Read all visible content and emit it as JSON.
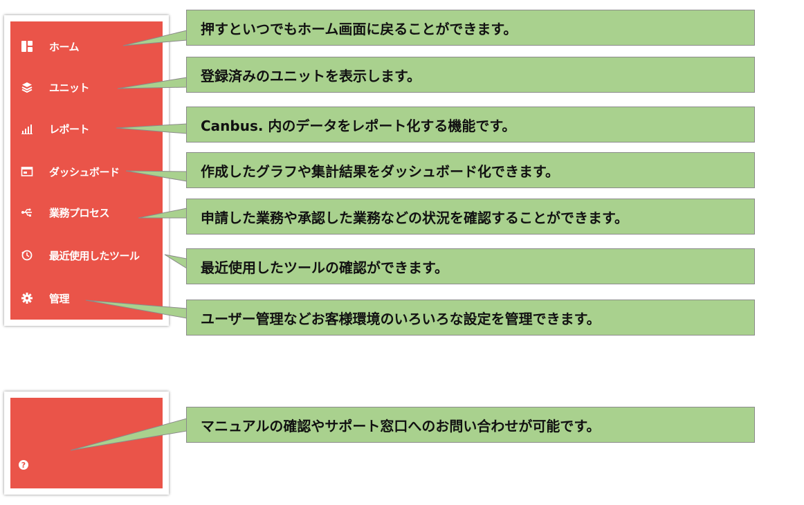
{
  "colors": {
    "accent": "#ea5449",
    "callout": "#a9d18e"
  },
  "menu": [
    {
      "label": "ホーム",
      "icon": "dashboard-icon"
    },
    {
      "label": "ユニット",
      "icon": "layers-icon"
    },
    {
      "label": "レポート",
      "icon": "bar-chart-icon"
    },
    {
      "label": "ダッシュボード",
      "icon": "window-icon"
    },
    {
      "label": "業務プロセス",
      "icon": "usb-icon"
    },
    {
      "label": "最近使用したツール",
      "icon": "history-icon"
    },
    {
      "label": "管理",
      "icon": "gear-icon"
    }
  ],
  "help": {
    "icon": "help-icon",
    "glyph": "?"
  },
  "callouts": [
    "押すといつでもホーム画面に戻ることができます。",
    "登録済みのユニットを表示します。",
    "Canbus. 内のデータをレポート化する機能です。",
    "作成したグラフや集計結果をダッシュボード化できます。",
    "申請した業務や承認した業務などの状況を確認することができます。",
    "最近使用したツールの確認ができます。",
    "ユーザー管理などお客様環境のいろいろな設定を管理できます。",
    "マニュアルの確認やサポート窓口へのお問い合わせが可能です。"
  ]
}
